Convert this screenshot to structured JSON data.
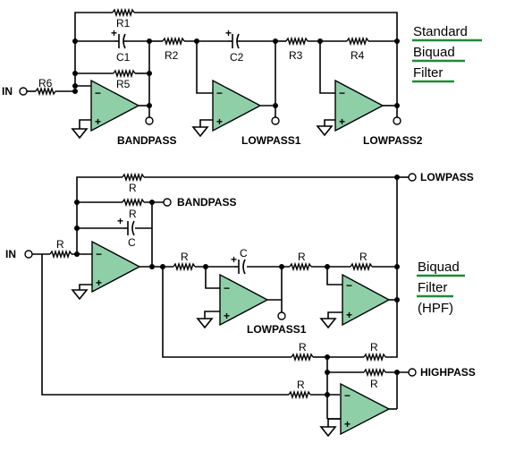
{
  "standard": {
    "title": [
      "Standard",
      "Biquad",
      "Filter"
    ],
    "labels": {
      "r1": "R1",
      "r2": "R2",
      "r3": "R3",
      "r4": "R4",
      "r5": "R5",
      "r6": "R6",
      "c1": "C1",
      "c2": "C2",
      "in": "IN",
      "bandpass": "BANDPASS",
      "lowpass1": "LOWPASS1",
      "lowpass2": "LOWPASS2"
    }
  },
  "hpf": {
    "title": [
      "Biquad",
      "Filter",
      "(HPF)"
    ],
    "labels": {
      "r": "R",
      "c": "C",
      "in": "IN",
      "bandpass": "BANDPASS",
      "lowpass": "LOWPASS",
      "lowpass1": "LOWPASS1",
      "highpass": "HIGHPASS"
    }
  },
  "signs": {
    "minus": "−",
    "plus": "+"
  },
  "colors": {
    "opamp_fill": "#8fcfa8",
    "title_underline": "#1f8a3a"
  }
}
